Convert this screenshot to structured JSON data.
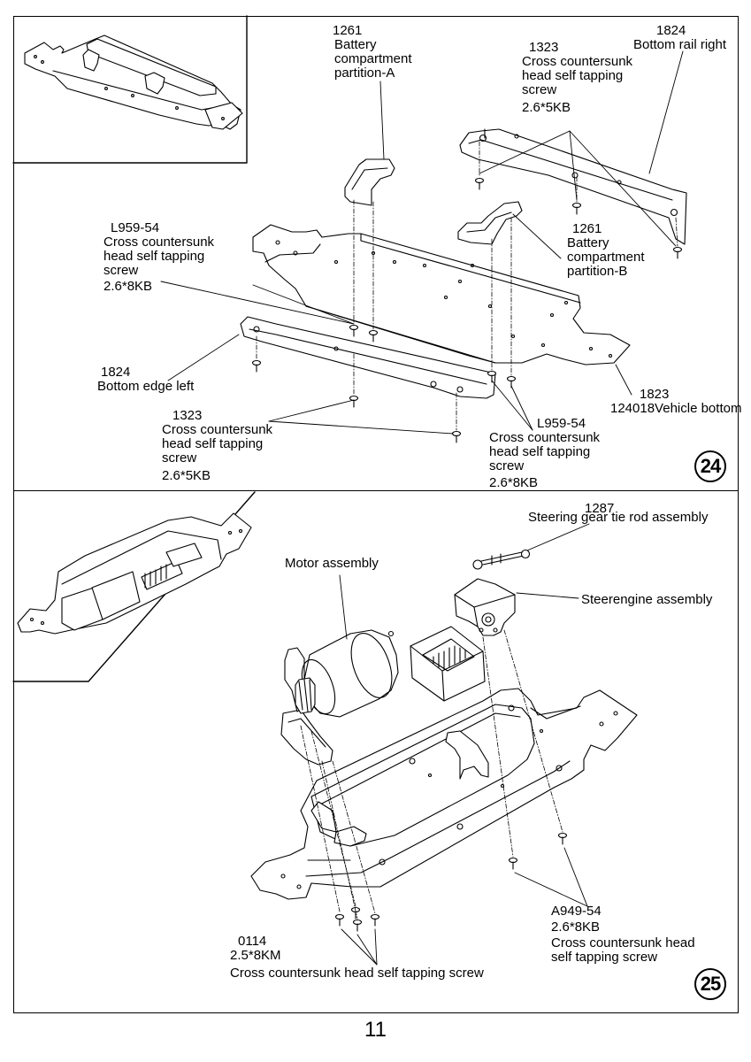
{
  "page_number": "11",
  "step24": {
    "number": "24",
    "labels": {
      "partition_a": [
        "1261",
        "Battery",
        "compartment",
        "partition-A"
      ],
      "screw_1323_top": [
        "1323",
        "Cross countersunk",
        "head self tapping",
        "screw",
        "2.6*5KB"
      ],
      "rail_right": [
        "1824",
        "Bottom rail right"
      ],
      "screw_l959_left": [
        "L959-54",
        "Cross countersunk",
        "head self tapping",
        "screw",
        "2.6*8KB"
      ],
      "partition_b": [
        "1261",
        "Battery",
        "compartment",
        "partition-B"
      ],
      "edge_left": [
        "1824",
        "Bottom edge left"
      ],
      "vehicle_bottom": [
        "1823",
        "124018Vehicle bottom"
      ],
      "screw_1323_bottom": [
        "1323",
        "Cross countersunk",
        "head self tapping",
        "screw",
        "2.6*5KB"
      ],
      "screw_l959_bottom": [
        "L959-54",
        "Cross countersunk",
        "head self tapping",
        "screw",
        "2.6*8KB"
      ]
    }
  },
  "step25": {
    "number": "25",
    "labels": {
      "tie_rod": [
        "1287",
        "Steering gear tie rod assembly"
      ],
      "motor": [
        "Motor assembly"
      ],
      "steer_engine": [
        "Steerengine assembly"
      ],
      "screw_a949": [
        "A949-54",
        "2.6*8KB",
        "Cross countersunk head",
        "self tapping screw"
      ],
      "screw_0114": [
        "0114",
        "2.5*8KM",
        "Cross countersunk head self tapping screw"
      ]
    }
  }
}
